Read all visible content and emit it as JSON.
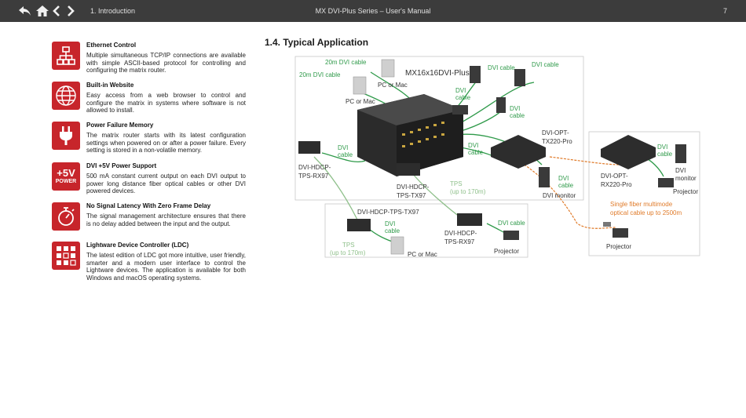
{
  "header": {
    "breadcrumb": "1. Introduction",
    "title": "MX DVI-Plus Series – User's Manual",
    "page": "7"
  },
  "features": [
    {
      "title": "Ethernet Control",
      "body": "Multiple simultaneous TCP/IP connections are available with simple ASCII-based protocol for controlling and configuring the matrix router.",
      "icon": "network-icon"
    },
    {
      "title": "Built-in Website",
      "body": "Easy access from a web browser to control and configure the matrix in systems where software is not allowed to install.",
      "icon": "globe-www-icon"
    },
    {
      "title": "Power Failure Memory",
      "body": "The matrix router starts with its latest configuration settings when powered on or after a power failure. Every setting is stored in a non-volatile memory.",
      "icon": "power-plug-icon"
    },
    {
      "title": "DVI +5V Power Support",
      "body": "500 mA constant current output on each DVI output to power long distance fiber optical cables or other DVI powered devices.",
      "icon": "plus5v-power-icon",
      "icon_text_1": "+5V",
      "icon_text_2": "POWER"
    },
    {
      "title": "No Signal Latency With Zero Frame Delay",
      "body": "The signal management architecture ensures that there is no delay added between the input and the output.",
      "icon": "stopwatch-icon"
    },
    {
      "title": "Lightware Device Controller (LDC)",
      "body": "The latest edition of LDC got more intuitive, user friendly, smarter and a modern user interface to control the Lightware devices. The application is available for both Windows and macOS operating systems.",
      "icon": "ldc-grid-icon"
    }
  ],
  "section": {
    "title": "1.4. Typical Application"
  },
  "diagram": {
    "matrix": "MX16x16DVI-Plus",
    "dvi_20m_1": "20m DVI cable",
    "dvi_20m_2": "20m DVI cable",
    "pc_mac_1": "PC or Mac",
    "pc_mac_2": "PC or Mac",
    "pc_mac_3": "PC or Mac",
    "dvi_cable_1": "DVI cable",
    "dvi_cable_2": "DVI cable",
    "dvi_cable_3a": "DVI",
    "dvi_cable_3b": "cable",
    "dvi_cable_4a": "DVI",
    "dvi_cable_4b": "cable",
    "dvi_cable_5a": "DVI",
    "dvi_cable_5b": "cable",
    "dvi_cable_6a": "DVI",
    "dvi_cable_6b": "cable",
    "dvi_cable_7a": "DVI",
    "dvi_cable_7b": "cable",
    "dvi_cable_8a": "DVI",
    "dvi_cable_8b": "cable",
    "dvi_cable_9a": "DVI",
    "dvi_cable_9b": "cable",
    "dvi_cable_10": "DVI cable",
    "dvi_label": "DVI",
    "monitor_1": "monitor",
    "opt_tx_1": "DVI-OPT-",
    "opt_tx_2": "TX220-Pro",
    "opt_rx_1": "DVI-OPT-",
    "opt_rx_2": "RX220-Pro",
    "dvi_monitor": "DVI monitor",
    "projector_1": "Projector",
    "projector_2": "Projector",
    "projector_3": "Projector",
    "rx97_a1": "DVI-HDCP-",
    "rx97_a2": "TPS-RX97",
    "tx97_a1": "DVI-HDCP-",
    "tx97_a2": "TPS-TX97",
    "tx97_b": "DVI-HDCP-TPS-TX97",
    "rx97_b1": "DVI-HDCP-",
    "rx97_b2": "TPS-RX97",
    "tps_1a": "TPS",
    "tps_1b": "(up to 170m)",
    "tps_2a": "TPS",
    "tps_2b": "(up to 170m)",
    "fiber_1": "Single fiber multimode",
    "fiber_2": "optical cable up to 2500m"
  },
  "colors": {
    "accent": "#c7252b",
    "dvi_cable": "#2f9a4a",
    "tps_cable": "#8fc08b",
    "fiber": "#e07b2a",
    "topbar": "#3c3c3c"
  }
}
